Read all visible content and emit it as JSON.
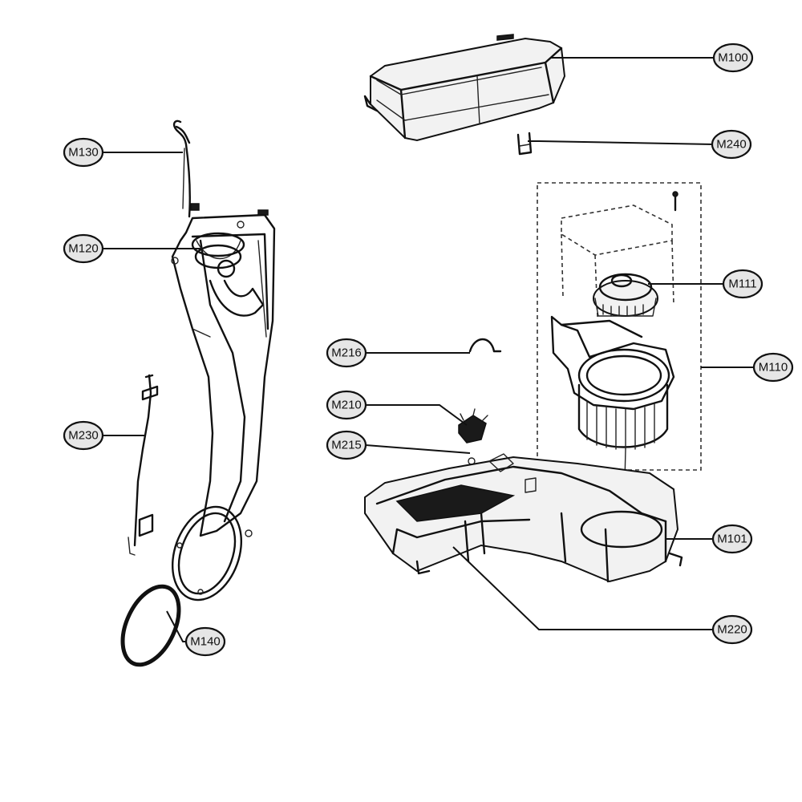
{
  "callouts": {
    "m100": "M100",
    "m240": "M240",
    "m130": "M130",
    "m120": "M120",
    "m111": "M111",
    "m110": "M110",
    "m216": "M216",
    "m210": "M210",
    "m215": "M215",
    "m230": "M230",
    "m101": "M101",
    "m220": "M220",
    "m140": "M140"
  },
  "colors": {
    "line": "#111111",
    "callout_fill": "#e6e6e6",
    "background": "#ffffff"
  }
}
